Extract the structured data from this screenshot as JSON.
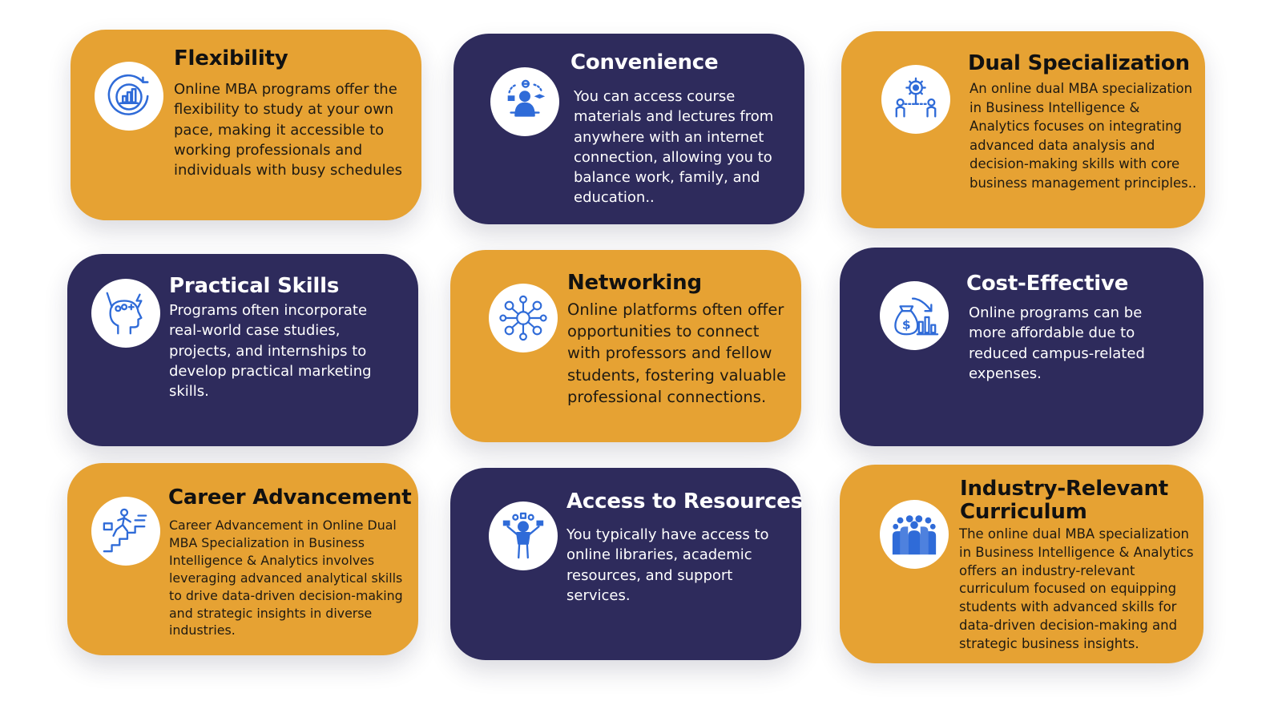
{
  "colors": {
    "orange_card": "#E6A233",
    "navy_card": "#2E2B5C",
    "icon_blue": "#2F6BD8",
    "icon_circle": "#FFFFFF"
  },
  "cards": [
    {
      "title": "Flexibility",
      "icon": "growth-chart-icon",
      "description": "Online MBA programs offer the flexibility to study at your own pace, making it accessible to working professionals and individuals with busy schedules"
    },
    {
      "title": "Convenience",
      "icon": "remote-learner-icon",
      "description": "You can access course materials and lectures from anywhere with an internet connection, allowing you to balance work, family, and education.."
    },
    {
      "title": "Dual Specialization",
      "icon": "specialization-gear-icon",
      "description": "An online dual MBA specialization in Business Intelligence & Analytics focuses on integrating advanced data analysis and decision-making skills with core business management principles.."
    },
    {
      "title": "Practical Skills",
      "icon": "head-ideas-icon",
      "description": "Programs often incorporate real-world case studies, projects, and internships to develop practical marketing skills."
    },
    {
      "title": "Networking",
      "icon": "network-icon",
      "description": "Online platforms often offer opportunities to connect with professors and fellow students, fostering valuable professional connections."
    },
    {
      "title": "Cost-Effective",
      "icon": "money-bag-chart-icon",
      "description": "Online programs can be more affordable due to reduced campus-related expenses."
    },
    {
      "title": "Career Advancement",
      "icon": "career-stairs-icon",
      "description": "Career Advancement in Online Dual MBA Specialization in Business Intelligence & Analytics involves leveraging advanced analytical skills to drive data-driven decision-making and strategic insights in diverse industries."
    },
    {
      "title": "Access to Resources",
      "icon": "resources-person-icon",
      "description": "You typically have access to online libraries, academic resources, and support services."
    },
    {
      "title": "Industry-Relevant Curriculum",
      "icon": "professionals-group-icon",
      "description": "The online dual MBA specialization in Business Intelligence & Analytics offers an industry-relevant curriculum focused on equipping students with advanced skills for data-driven decision-making and strategic business insights."
    }
  ]
}
